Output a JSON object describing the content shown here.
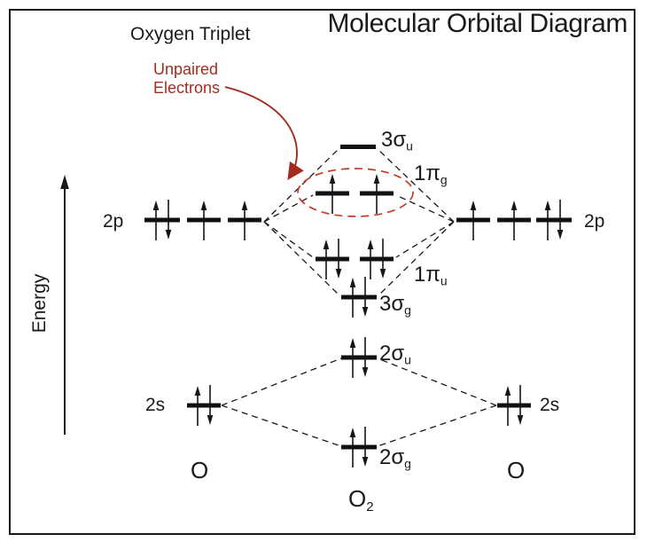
{
  "title": "Molecular Orbital Diagram",
  "subtitle": "Oxygen Triplet",
  "annotation": {
    "line1": "Unpaired",
    "line2": "Electrons"
  },
  "energy_axis": {
    "label": "Energy"
  },
  "atoms": {
    "left": {
      "p_label": "2p",
      "s_label": "2s",
      "symbol": "O"
    },
    "right": {
      "p_label": "2p",
      "s_label": "2s",
      "symbol": "O"
    },
    "molecule": {
      "symbol_main": "O",
      "symbol_sub": "2"
    }
  },
  "molecular_orbitals": [
    {
      "id": "mo_2sigma_g",
      "main": "2σ",
      "sub": "g",
      "occupancy": "paired"
    },
    {
      "id": "mo_2sigma_u",
      "main": "2σ",
      "sub": "u",
      "occupancy": "paired"
    },
    {
      "id": "mo_3sigma_g",
      "main": "3σ",
      "sub": "g",
      "occupancy": "paired"
    },
    {
      "id": "mo_1pi_u",
      "main": "1π",
      "sub": "u",
      "occupancy": "paired,paired"
    },
    {
      "id": "mo_1pi_g",
      "main": "1π",
      "sub": "g",
      "occupancy": "single,single unpaired"
    },
    {
      "id": "mo_3sigma_u",
      "main": "3σ",
      "sub": "u",
      "occupancy": "empty"
    }
  ],
  "levels": {
    "left_2p": [
      "paired",
      "single",
      "single"
    ],
    "right_2p": [
      "single",
      "single",
      "paired"
    ],
    "left_2s": [
      "paired"
    ],
    "right_2s": [
      "paired"
    ],
    "mo_3sigma_u": [
      "empty"
    ],
    "mo_1pi_g": [
      "single",
      "single"
    ],
    "mo_1pi_u": [
      "paired",
      "paired"
    ],
    "mo_3sigma_g": [
      "paired"
    ],
    "mo_2sigma_u": [
      "paired"
    ],
    "mo_2sigma_g": [
      "paired"
    ]
  },
  "colors": {
    "ink": "#1a1a1a",
    "annotation_red": "#a32c1e",
    "ellipse_red": "#c63a28"
  }
}
